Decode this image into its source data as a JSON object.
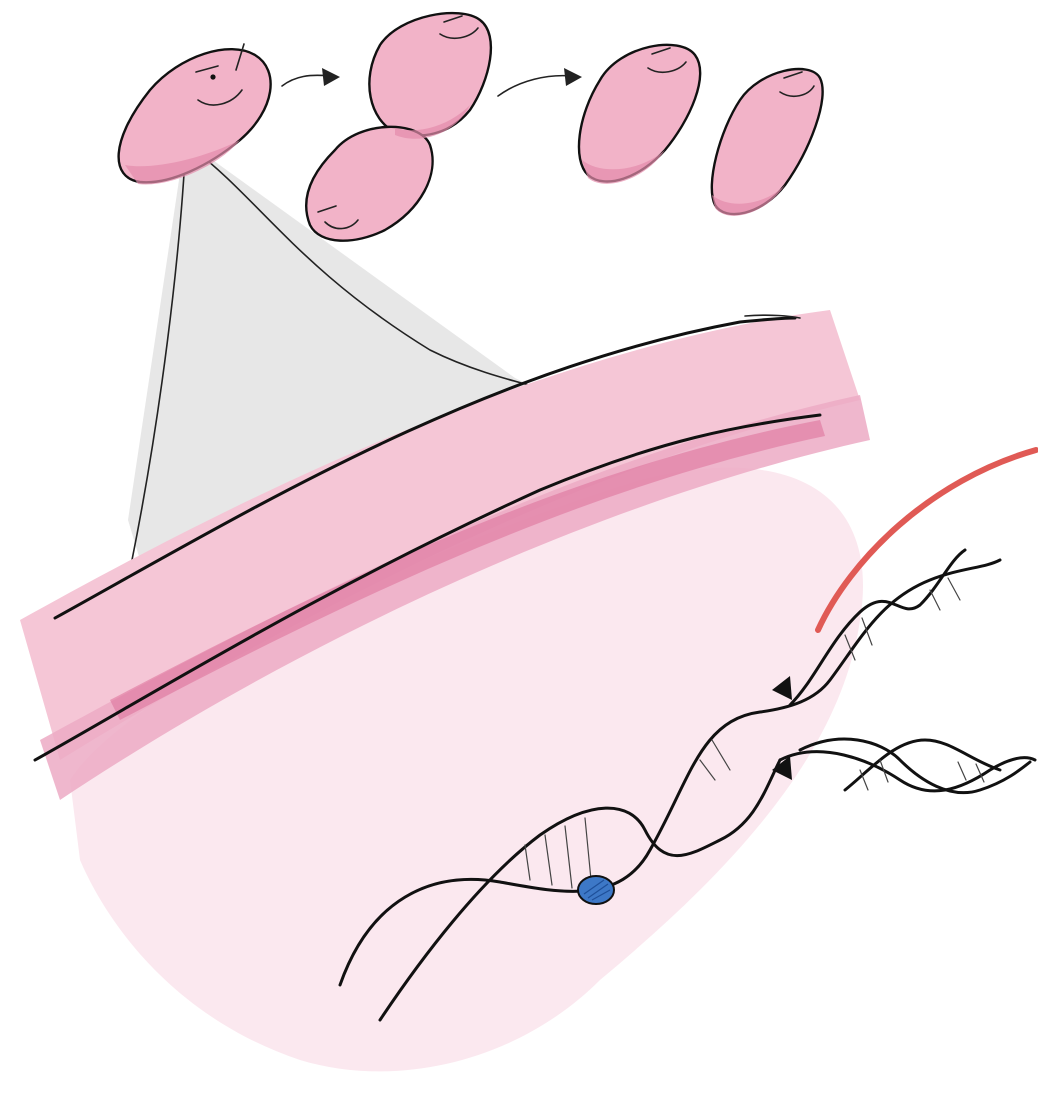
{
  "figure": {
    "kind": "hand-drawn illustration",
    "panels": [
      "bacterium-dividing",
      "zoom-cell-wall",
      "dna-strands"
    ]
  },
  "colors": {
    "cell_pink": "#f2b3c8",
    "cell_pink_dark": "#e48bab",
    "wall_pink": "#f5c6d6",
    "wall_pink_deep": "#dd6f99",
    "cytoplasm_pink": "#fbe8ef",
    "zoom_gray": "#e6e6e6",
    "ink": "#111111",
    "highlight_red": "#e05a55",
    "marker_blue": "#3d78c7"
  },
  "icons": {
    "division_arrow": "arrow-right-icon",
    "dna": "dna-double-helix-icon",
    "marker": "blue-dot-marker-icon"
  }
}
